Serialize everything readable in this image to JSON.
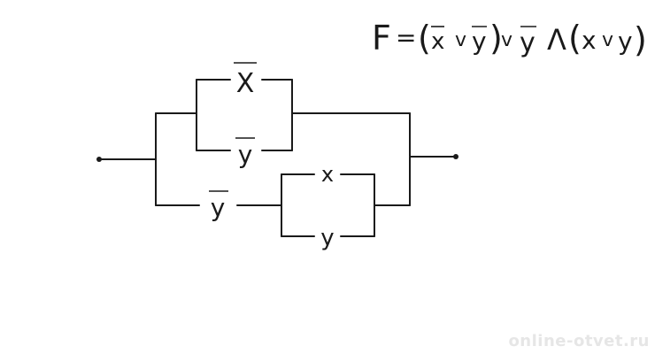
{
  "formula": {
    "lhs": "F",
    "eq": "=",
    "paren_open_1": "(",
    "x": "x",
    "or_1": "v",
    "y": "y",
    "paren_close_1": ")",
    "or_2": "v",
    "y2": "y",
    "and": "Λ",
    "paren_open_2": "(",
    "x2": "x",
    "or_3": "v",
    "y3": "y",
    "paren_close_2": ")"
  },
  "circuit": {
    "top_upper_label": "X",
    "top_lower_label": "y",
    "bottom_single_label": "y",
    "bottom_upper_label": "x",
    "bottom_lower_label": "y"
  },
  "watermark": "online-otvet.ru"
}
